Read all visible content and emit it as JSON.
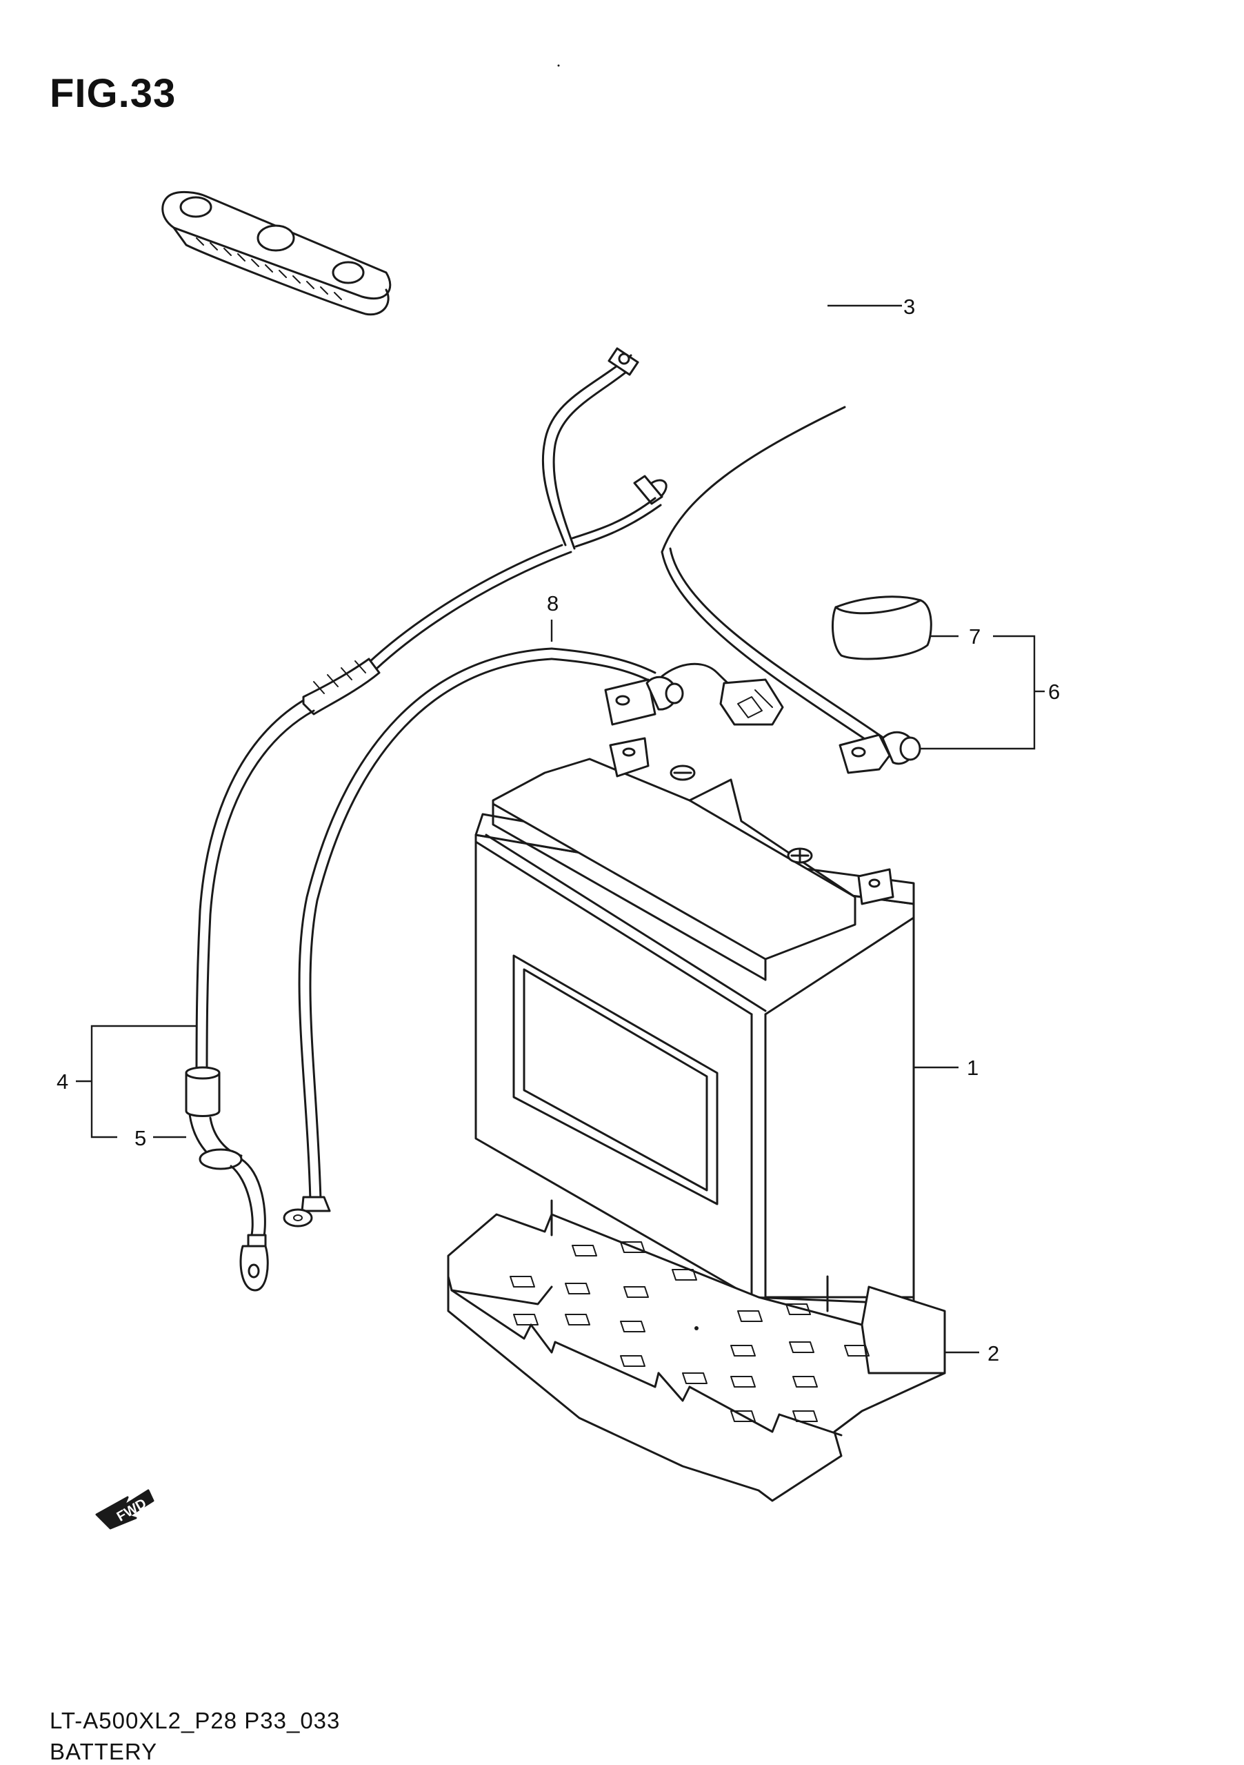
{
  "figure": {
    "title": "FIG.33",
    "footer_code": "LT-A500XL2_P28 P33_033",
    "footer_name": "BATTERY"
  },
  "callouts": [
    "1",
    "2",
    "3",
    "4",
    "5",
    "6",
    "7",
    "8"
  ],
  "direction_arrow": {
    "label": "FWD",
    "icon": "forward-arrow-icon"
  }
}
